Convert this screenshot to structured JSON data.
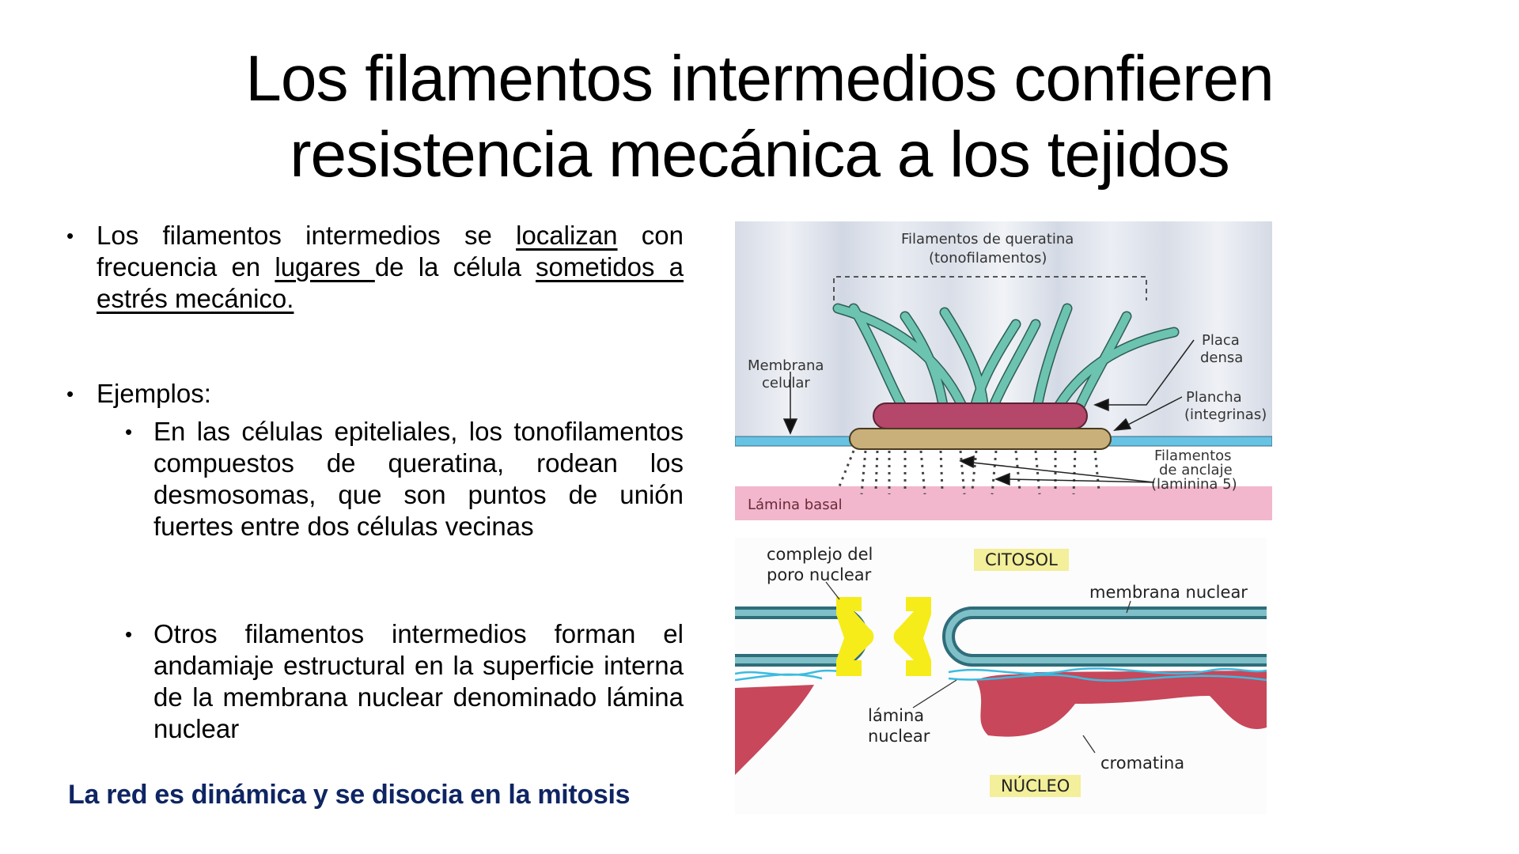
{
  "slide": {
    "title_lines": [
      "Los filamentos intermedios confieren",
      "resistencia mecánica a los tejidos"
    ],
    "bullets": [
      {
        "level": 1,
        "parts": [
          {
            "text": "Los filamentos intermedios se ",
            "underline": false
          },
          {
            "text": "localizan",
            "underline": true
          },
          {
            "text": " con frecuencia en ",
            "underline": false
          },
          {
            "text": "lugares ",
            "underline": true
          },
          {
            "text": "de la célula ",
            "underline": false
          },
          {
            "text": "sometidos a estrés mecánico.",
            "underline": true
          }
        ]
      },
      {
        "level": 1,
        "text": "Ejemplos:"
      },
      {
        "level": 2,
        "text": "En las células epiteliales, los tonofilamentos compuestos de queratina, rodean los desmosomas, que son puntos de unión fuertes entre dos células vecinas"
      },
      {
        "level": 2,
        "text": "Otros filamentos intermedios forman el andamiaje estructural en la superficie interna de la membrana nuclear denominado  lámina nuclear"
      }
    ],
    "bullet_glyph": "•",
    "footer_note": "La red es dinámica y se disocia en la mitosis",
    "footer_color": "#0f2563"
  },
  "figures": {
    "hemidesmosome": {
      "labels": {
        "keratin_title": "Filamentos de queratina",
        "keratin_sub": "(tonofilamentos)",
        "membrane_1": "Membrana",
        "membrane_2": "celular",
        "plaque_1": "Placa",
        "plaque_2": "densa",
        "plate_1": "Plancha",
        "plate_2": "(integrinas)",
        "anchor_1": "Filamentos",
        "anchor_2": "de anclaje",
        "anchor_3": "(laminina 5)",
        "basal": "Lámina basal"
      },
      "colors": {
        "background": "#dfe4ee",
        "filament": "#6cc3b0",
        "plaque": "#b4476a",
        "plate": "#c9b07a",
        "membrane": "#67c3e3",
        "basal": "#f2b7cc"
      }
    },
    "nuclear_envelope": {
      "labels": {
        "pore_1": "complejo del",
        "pore_2": "poro nuclear",
        "cytosol": "CITOSOL",
        "membrane": "membrana nuclear",
        "lamina_1": "lámina",
        "lamina_2": "nuclear",
        "chromatin": "cromatina",
        "nucleus": "NÚCLEO"
      },
      "colors": {
        "envelope": "#4f8fa0",
        "pore": "#f5ec1a",
        "lamina": "#3bbbe0",
        "chromatin": "#c8475a",
        "tag": "#f3ef9a"
      }
    }
  }
}
